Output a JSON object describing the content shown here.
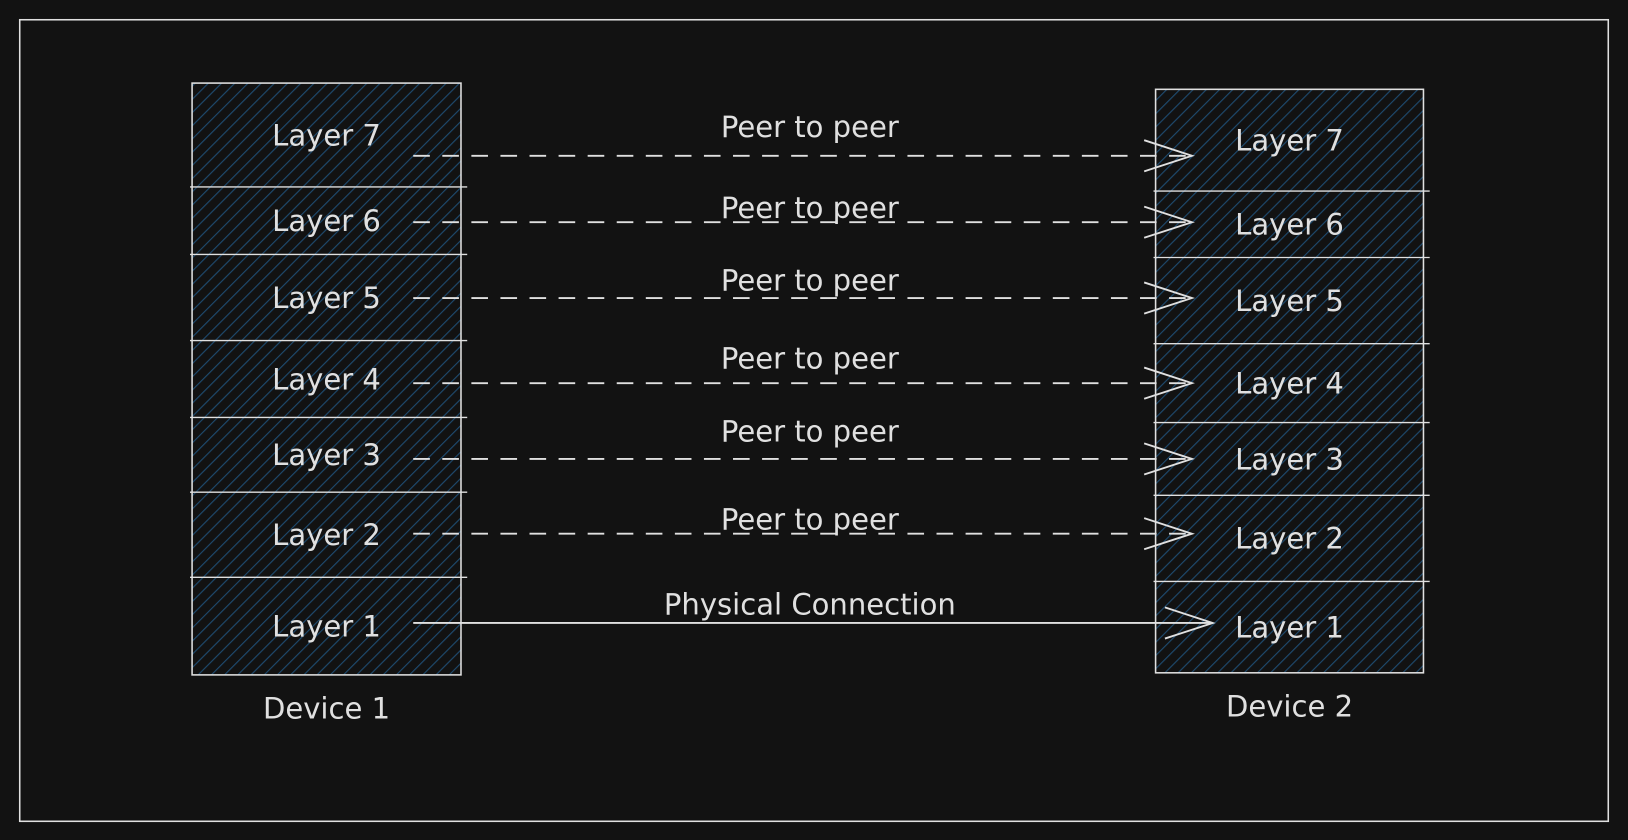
{
  "diagram": {
    "colors": {
      "background": "#121212",
      "stroke": "#e0e0e0",
      "hatch": "#1e4a6e"
    },
    "devices": [
      {
        "label": "Device 1",
        "layers": [
          "Layer 7",
          "Layer 6",
          "Layer 5",
          "Layer 4",
          "Layer 3",
          "Layer 2",
          "Layer 1"
        ]
      },
      {
        "label": "Device 2",
        "layers": [
          "Layer 7",
          "Layer 6",
          "Layer 5",
          "Layer 4",
          "Layer 3",
          "Layer 2",
          "Layer 1"
        ]
      }
    ],
    "connections": [
      {
        "label": "Peer to peer",
        "style": "dashed"
      },
      {
        "label": "Peer to peer",
        "style": "dashed"
      },
      {
        "label": "Peer to peer",
        "style": "dashed"
      },
      {
        "label": "Peer to peer",
        "style": "dashed"
      },
      {
        "label": "Peer to peer",
        "style": "dashed"
      },
      {
        "label": "Peer to peer",
        "style": "dashed"
      },
      {
        "label": "Physical Connection",
        "style": "solid"
      }
    ]
  }
}
